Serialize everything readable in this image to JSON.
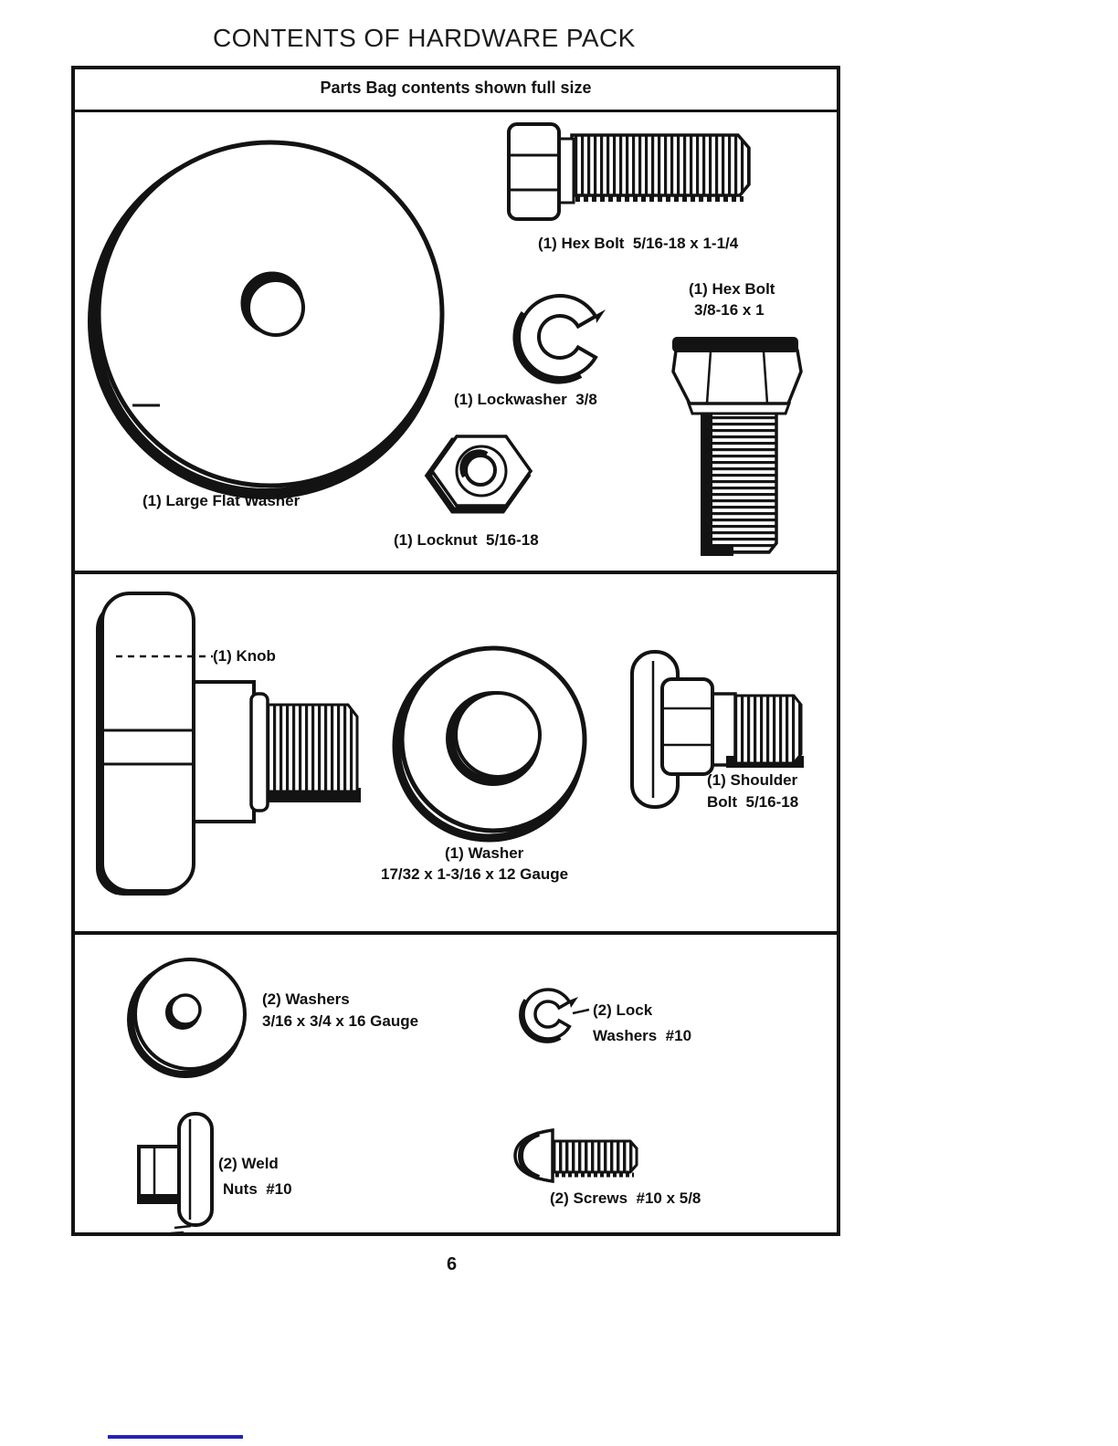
{
  "page": {
    "title": "CONTENTS OF HARDWARE PACK",
    "page_number": "6"
  },
  "parts_box": {
    "header": "Parts Bag contents shown full size",
    "top": {
      "hex_bolt_small": "(1) Hex Bolt  5/16-18 x 1-1/4",
      "hex_bolt_large_line1": "(1) Hex Bolt",
      "hex_bolt_large_line2": "3/8-16 x 1",
      "lockwasher": "(1) Lockwasher  3/8",
      "large_flat_washer": "(1) Large Flat Washer",
      "locknut": "(1) Locknut  5/16-18"
    },
    "middle": {
      "knob": "(1) Knob",
      "washer_line1": "(1) Washer",
      "washer_line2": "17/32 x 1-3/16 x 12 Gauge",
      "shoulder_bolt_line1": "(1) Shoulder",
      "shoulder_bolt_line2": "Bolt  5/16-18"
    },
    "bottom": {
      "washers_line1": "(2) Washers",
      "washers_line2": "3/16 x 3/4 x 16 Gauge",
      "lock_washers_line1": "(2) Lock",
      "lock_washers_line2": "Washers  #10",
      "weld_nuts_line1": "(2) Weld",
      "weld_nuts_line2": "Nuts  #10",
      "screws": "(2) Screws  #10 x 5/8"
    }
  },
  "colors": {
    "ink": "#131313",
    "accent_line": "#2323b8"
  }
}
